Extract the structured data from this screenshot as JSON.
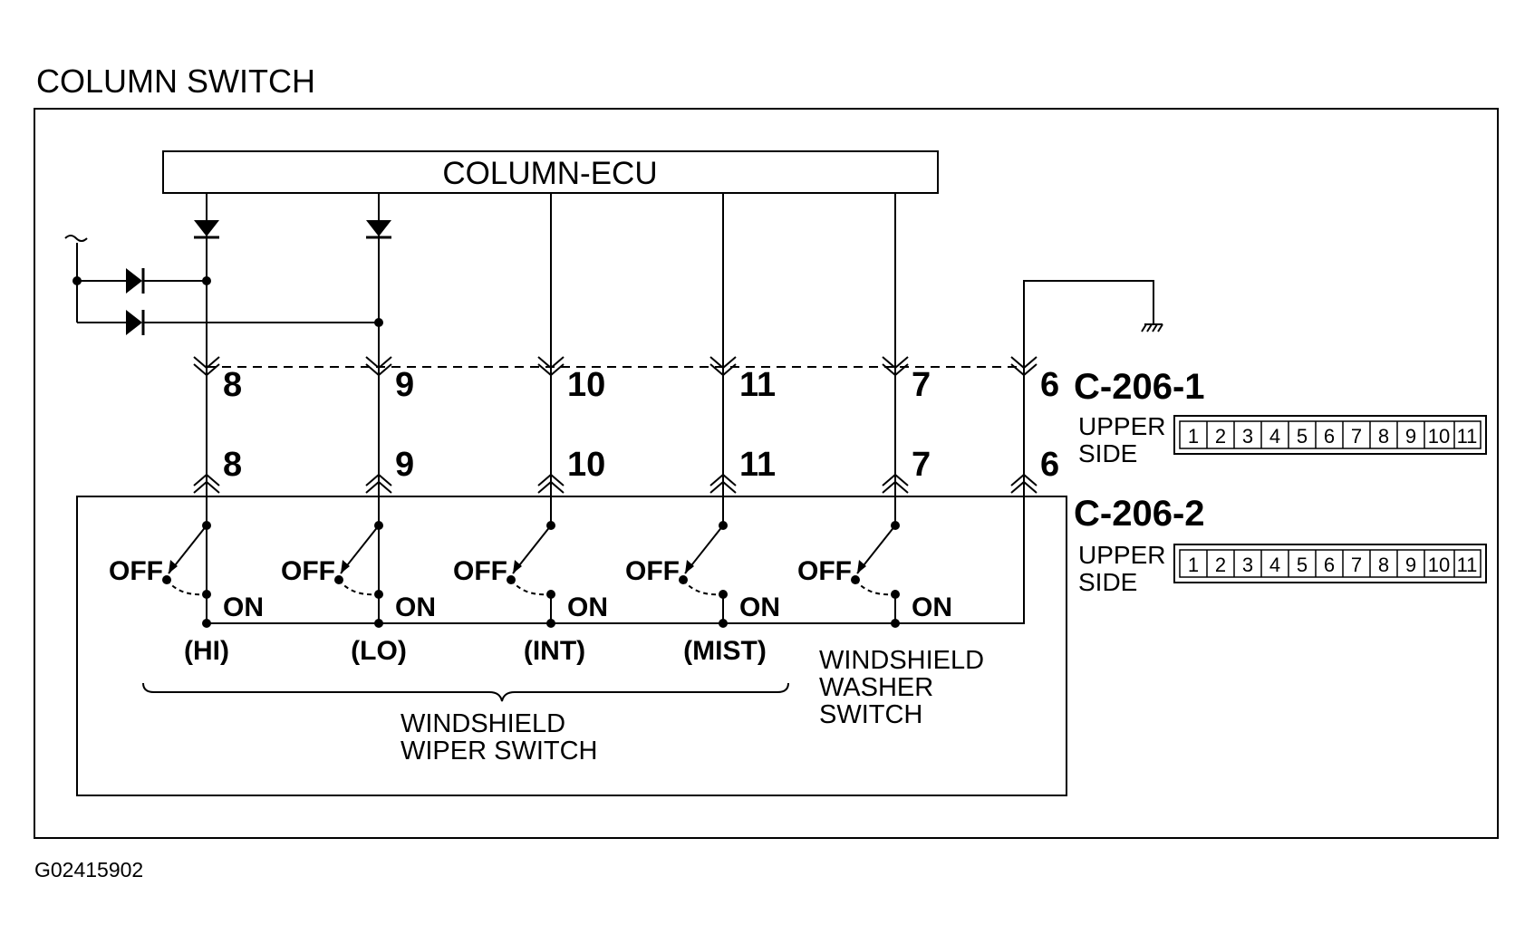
{
  "title": "COLUMN SWITCH",
  "ecu_label": "COLUMN-ECU",
  "pins_top": [
    "8",
    "9",
    "10",
    "11",
    "7",
    "6"
  ],
  "pins_bottom": [
    "8",
    "9",
    "10",
    "11",
    "7",
    "6"
  ],
  "connectors": [
    {
      "name": "C-206-1",
      "side_label_1": "UPPER",
      "side_label_2": "SIDE",
      "cells": [
        "1",
        "2",
        "3",
        "4",
        "5",
        "6",
        "7",
        "8",
        "9",
        "10",
        "11"
      ]
    },
    {
      "name": "C-206-2",
      "side_label_1": "UPPER",
      "side_label_2": "SIDE",
      "cells": [
        "1",
        "2",
        "3",
        "4",
        "5",
        "6",
        "7",
        "8",
        "9",
        "10",
        "11"
      ]
    }
  ],
  "switches": [
    {
      "off": "OFF",
      "on": "ON",
      "position": "(HI)"
    },
    {
      "off": "OFF",
      "on": "ON",
      "position": "(LO)"
    },
    {
      "off": "OFF",
      "on": "ON",
      "position": "(INT)"
    },
    {
      "off": "OFF",
      "on": "ON",
      "position": "(MIST)"
    },
    {
      "off": "OFF",
      "on": "ON",
      "position": ""
    }
  ],
  "wiper_label_1": "WINDSHIELD",
  "wiper_label_2": "WIPER SWITCH",
  "washer_label_1": "WINDSHIELD",
  "washer_label_2": "WASHER",
  "washer_label_3": "SWITCH",
  "figure_code": "G02415902"
}
